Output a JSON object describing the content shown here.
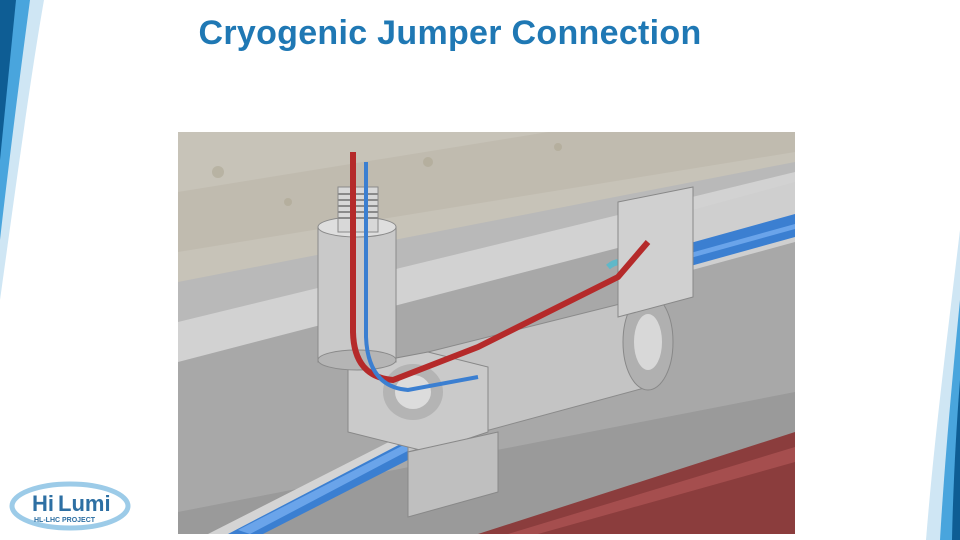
{
  "slide": {
    "title": "Cryogenic Jumper Connection"
  },
  "logo": {
    "name_part1": "Hi",
    "name_part2": "Lumi",
    "tagline": "HL-LHC PROJECT"
  },
  "colors": {
    "title": "#1f78b4",
    "swoosh_dark": "#0e5d94",
    "swoosh_light": "#49a5dd",
    "red_line": "#b52a2a",
    "blue_line": "#3b7fd1",
    "cyan_bellows": "#5fb8c9",
    "green_bellows": "#6f8a3a",
    "floor": "#8b3d3d"
  }
}
